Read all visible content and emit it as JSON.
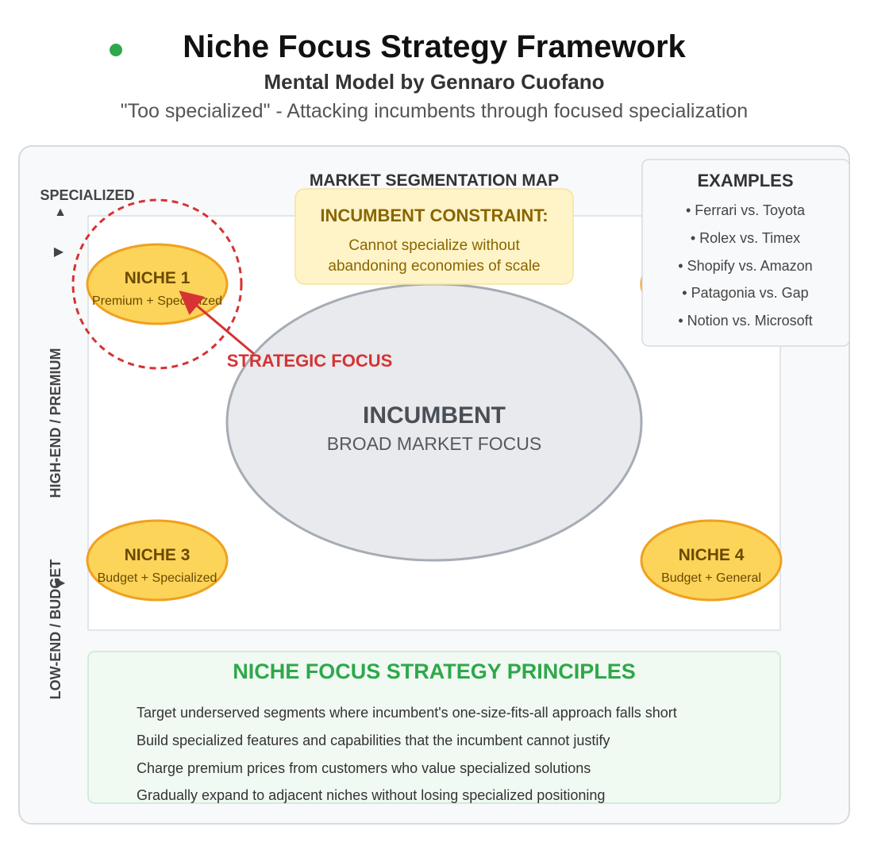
{
  "header": {
    "title": "Niche Focus Strategy Framework",
    "subtitle": "Mental Model by Gennaro Cuofano",
    "tagline": "\"Too specialized\" - Attacking incumbents through focused specialization"
  },
  "map": {
    "title": "MARKET SEGMENTATION MAP",
    "axis_top": "SPECIALIZED",
    "axis_high": "HIGH-END / PREMIUM",
    "axis_low": "LOW-END / BUDGET"
  },
  "niches": [
    {
      "name": "NICHE 1",
      "desc": "Premium + Specialized"
    },
    {
      "name": "NICHE 3",
      "desc": "Budget + Specialized"
    },
    {
      "name": "NICHE 4",
      "desc": "Budget + General"
    }
  ],
  "incumbent": {
    "title": "INCUMBENT",
    "subtitle": "BROAD MARKET FOCUS"
  },
  "constraint": {
    "title": "INCUMBENT CONSTRAINT:",
    "line1": "Cannot specialize without",
    "line2": "abandoning economies of scale"
  },
  "strategic_focus": "STRATEGIC FOCUS",
  "examples": {
    "title": "EXAMPLES",
    "items": [
      "• Ferrari vs. Toyota",
      "• Rolex vs. Timex",
      "• Shopify vs. Amazon",
      "• Patagonia vs. Gap",
      "• Notion vs. Microsoft"
    ]
  },
  "principles": {
    "title": "NICHE FOCUS STRATEGY PRINCIPLES",
    "items": [
      "Target underserved segments where incumbent's one-size-fits-all approach falls short",
      "Build specialized features and capabilities that the incumbent cannot justify",
      "Charge premium prices from customers who value specialized solutions",
      "Gradually expand to adjacent niches without losing specialized positioning"
    ]
  },
  "colors": {
    "green": "#2ea84a",
    "red": "#d63333",
    "niche_fill": "#fcd45a",
    "niche_stroke": "#f0a020",
    "constraint_fill": "#fff4c8",
    "constraint_text": "#8a6500",
    "incumbent_fill": "#e8eaee",
    "incumbent_stroke": "#a6acb4"
  }
}
